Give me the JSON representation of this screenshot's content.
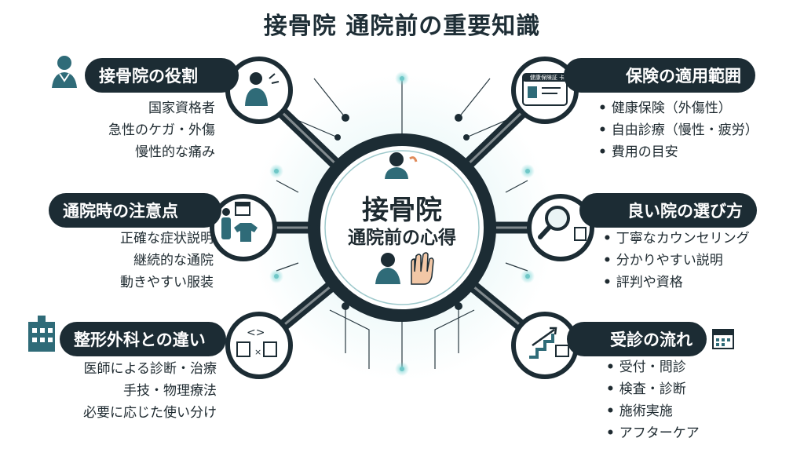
{
  "title": "接骨院 通院前の重要知識",
  "center": {
    "line1": "接骨院",
    "line2": "通院前の心得"
  },
  "nodes": [
    {
      "heading": "接骨院の役割",
      "items": [
        "国家資格者",
        "急性のケガ・外傷",
        "慢性的な痛み"
      ]
    },
    {
      "heading": "保険の適用範囲",
      "card_label": "健康保険証 卡",
      "items": [
        "健康保険（外傷性）",
        "自由診療（慢性・疲労）",
        "費用の目安"
      ]
    },
    {
      "heading": "通院時の注意点",
      "items": [
        "正確な症状説明",
        "継続的な通院",
        "動きやすい服装"
      ]
    },
    {
      "heading": "良い院の選び方",
      "items": [
        "丁寧なカウンセリング",
        "分かりやすい説明",
        "評判や資格"
      ]
    },
    {
      "heading": "整形外科との違い",
      "items": [
        "医師による診断・治療",
        "手技・物理療法",
        "必要に応じた使い分け"
      ]
    },
    {
      "heading": "受診の流れ",
      "items": [
        "受付・問診",
        "検査・診断",
        "施術実施",
        "アフターケア"
      ]
    }
  ],
  "colors": {
    "dark": "#1c2c34",
    "accent": "#6fc7c7",
    "icon_teal": "#2f6b78",
    "bg": "#ffffff"
  }
}
